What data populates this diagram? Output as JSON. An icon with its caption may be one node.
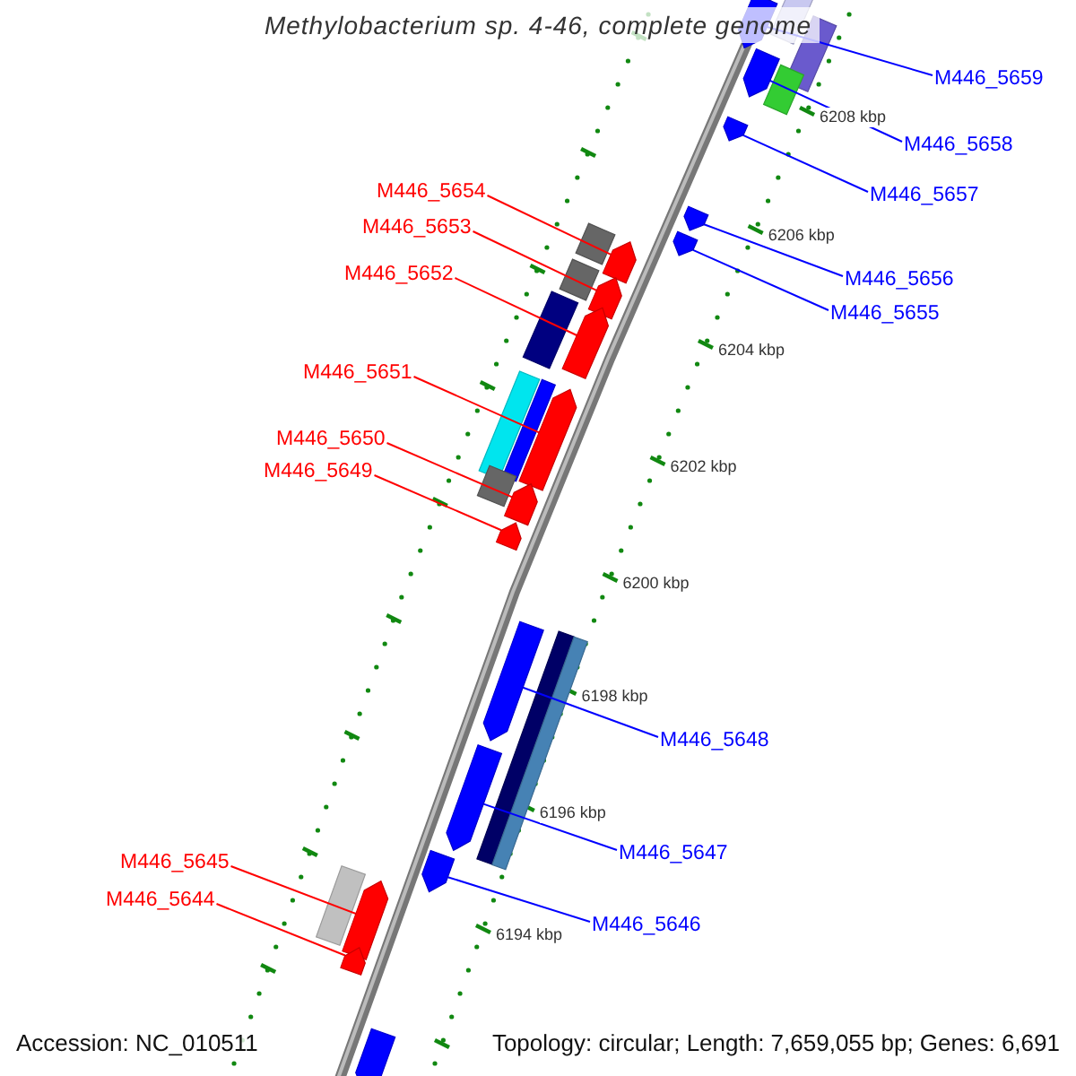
{
  "diagram": {
    "title": "Methylobacterium sp. 4-46, complete genome",
    "nodes": [
      {
        "text": [
          "M446_5659"
        ]
      },
      {
        "text": [
          "M446_5658"
        ]
      },
      {
        "text": [
          "M446_5657"
        ]
      },
      {
        "text": [
          "M446_5654"
        ]
      },
      {
        "text": [
          "M446_5653"
        ]
      },
      {
        "text": [
          "M446_5652"
        ]
      },
      {
        "text": [
          "M446_5656"
        ]
      },
      {
        "text": [
          "M446_5655"
        ]
      },
      {
        "text": [
          "M446_5651"
        ]
      },
      {
        "text": [
          "M446_5650"
        ]
      },
      {
        "text": [
          "M446_5649"
        ]
      },
      {
        "text": [
          "M446_5648"
        ]
      },
      {
        "text": [
          "M446_5647"
        ]
      },
      {
        "text": [
          "M446_5645"
        ]
      },
      {
        "text": [
          "M446_5644"
        ]
      },
      {
        "text": [
          "M446_5646"
        ]
      },
      {
        "text": [],
        "shape": "bar"
      },
      {
        "text": [],
        "shape": "bar"
      },
      {
        "text": [],
        "shape": "bar"
      },
      {
        "text": [],
        "shape": "bar"
      },
      {
        "text": [],
        "shape": "bar"
      },
      {
        "text": [],
        "shape": "bar"
      },
      {
        "text": [],
        "shape": "bar"
      },
      {
        "text": [],
        "shape": "bar"
      },
      {
        "text": [],
        "shape": "bar"
      },
      {
        "text": [],
        "shape": "bar"
      },
      {
        "text": [],
        "shape": "bar"
      },
      {
        "text": [],
        "shape": "bar"
      },
      {
        "text": [],
        "shape": "bar"
      },
      {
        "text": [],
        "shape": "bar"
      },
      {
        "text": [],
        "shape": "bar"
      },
      {
        "text": [],
        "shape": "bar"
      }
    ],
    "edges": [
      {
        "from": 0,
        "to": 16,
        "arrow": "none",
        "color": "#0000ff"
      },
      {
        "from": 1,
        "to": 17,
        "arrow": "none",
        "color": "#0000ff"
      },
      {
        "from": 2,
        "to": 18,
        "arrow": "none",
        "color": "#0000ff"
      },
      {
        "from": 3,
        "to": 19,
        "arrow": "none",
        "color": "#ff0000"
      },
      {
        "from": 4,
        "to": 20,
        "arrow": "none",
        "color": "#ff0000"
      },
      {
        "from": 5,
        "to": 21,
        "arrow": "none",
        "color": "#ff0000"
      },
      {
        "from": 6,
        "to": 22,
        "arrow": "none",
        "color": "#0000ff"
      },
      {
        "from": 7,
        "to": 23,
        "arrow": "none",
        "color": "#0000ff"
      },
      {
        "from": 8,
        "to": 24,
        "arrow": "none",
        "color": "#ff0000"
      },
      {
        "from": 9,
        "to": 25,
        "arrow": "none",
        "color": "#ff0000"
      },
      {
        "from": 10,
        "to": 26,
        "arrow": "none",
        "color": "#ff0000"
      },
      {
        "from": 11,
        "to": 27,
        "arrow": "none",
        "color": "#0000ff"
      },
      {
        "from": 12,
        "to": 28,
        "arrow": "none",
        "color": "#0000ff"
      },
      {
        "from": 13,
        "to": 29,
        "arrow": "none",
        "color": "#ff0000"
      },
      {
        "from": 14,
        "to": 30,
        "arrow": "none",
        "color": "#ff0000"
      },
      {
        "from": 15,
        "to": 31,
        "arrow": "none",
        "color": "#0000ff"
      }
    ],
    "labels": [
      "6208 kbp",
      "6206 kbp",
      "6204 kbp",
      "6202 kbp",
      "6200 kbp",
      "6198 kbp",
      "6196 kbp",
      "6194 kbp",
      "Accession: NC_010511",
      "Topology: circular; Length: 7,659,055 bp; Genes: 6,691"
    ]
  }
}
